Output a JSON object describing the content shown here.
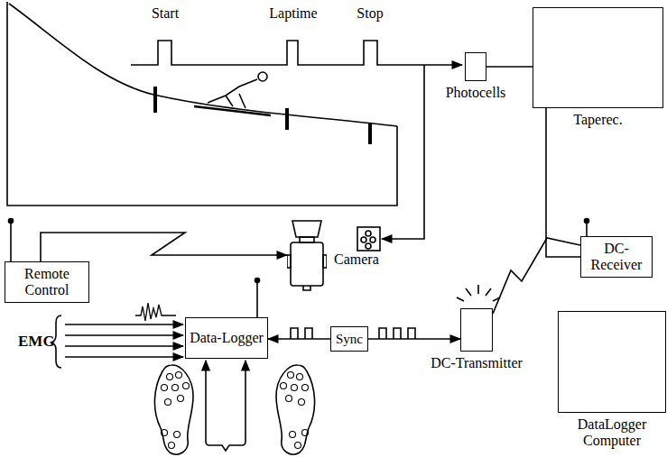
{
  "diagram": {
    "nodes": [
      {
        "text": [
          "Photocells"
        ]
      },
      {
        "text": [
          "Taperec."
        ]
      },
      {
        "text": [
          "DC-Receiver"
        ]
      },
      {
        "text": [
          "Remote Control"
        ]
      },
      {
        "text": [
          "Camera"
        ]
      },
      {
        "text": [
          "Data-Logger"
        ]
      },
      {
        "text": [
          "Sync"
        ]
      },
      {
        "text": [
          "DC-Transmitter"
        ]
      },
      {
        "text": [
          "DataLogger Computer"
        ]
      }
    ],
    "edges": [
      {
        "from": 0,
        "to": 1,
        "arrow": "none"
      },
      {
        "from": 1,
        "to": 2,
        "arrow": "none"
      },
      {
        "from": 3,
        "to": 4,
        "arrow": "to"
      },
      {
        "from": 6,
        "to": 5,
        "arrow": "to"
      },
      {
        "from": 6,
        "to": 7,
        "arrow": "to"
      },
      {
        "from": 7,
        "to": 2,
        "arrow": "none"
      }
    ],
    "labels": [
      "Start",
      "Laptime",
      "Stop",
      "EMG"
    ]
  }
}
